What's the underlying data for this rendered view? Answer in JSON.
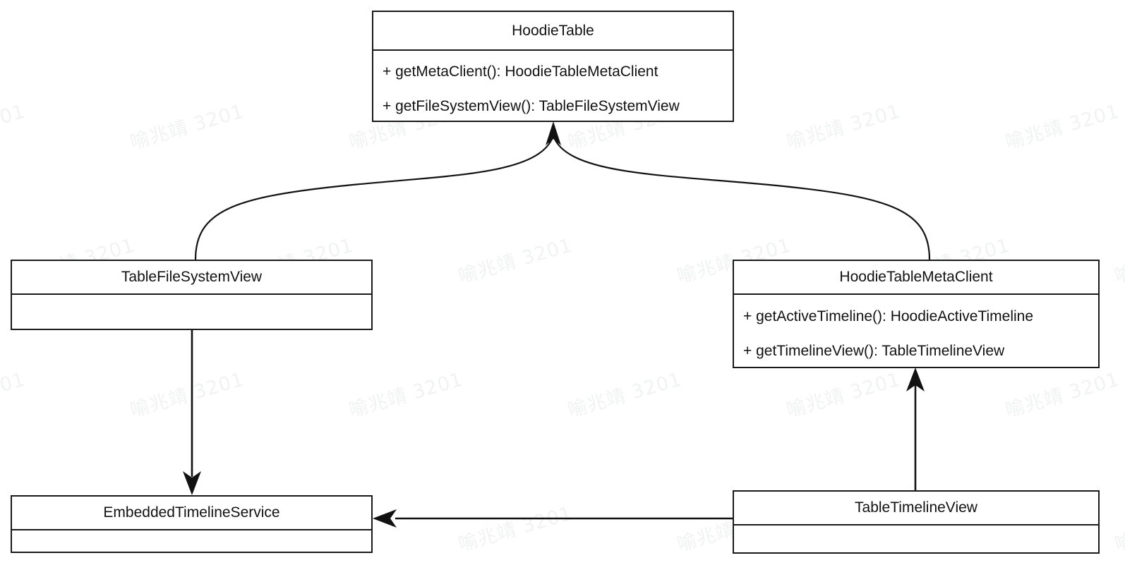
{
  "diagram": {
    "type": "uml-class-diagram",
    "title": "Hoodie Table UML Class Diagram",
    "background_color": "#ffffff",
    "line_color": "#1a1a1a",
    "text_color": "#111111",
    "watermark": {
      "text": "喻兆靖 3201",
      "color": "#f1f2f2",
      "rotation_deg": -16
    },
    "classes": [
      {
        "id": "hoodie-table",
        "name": "HoodieTable",
        "members": [
          "+ getMetaClient(): HoodieTableMetaClient",
          "+ getFileSystemView(): TableFileSystemView"
        ]
      },
      {
        "id": "table-filesystem-view",
        "name": "TableFileSystemView",
        "members": []
      },
      {
        "id": "hoodie-table-meta-client",
        "name": "HoodieTableMetaClient",
        "members": [
          "+ getActiveTimeline(): HoodieActiveTimeline",
          "+ getTimelineView(): TableTimelineView"
        ]
      },
      {
        "id": "embedded-timeline-service",
        "name": "EmbeddedTimelineService",
        "members": []
      },
      {
        "id": "table-timeline-view",
        "name": "TableTimelineView",
        "members": []
      }
    ],
    "relationships": [
      {
        "id": "rel-filesystemview-to-hoodietable",
        "from": "table-filesystem-view",
        "to": "hoodie-table",
        "style": "curved",
        "arrowhead": "solid-triangle"
      },
      {
        "id": "rel-metaclient-to-hoodietable",
        "from": "hoodie-table-meta-client",
        "to": "hoodie-table",
        "style": "curved",
        "arrowhead": "solid-triangle"
      },
      {
        "id": "rel-filesystemview-to-embeddedtimelineservice",
        "from": "table-filesystem-view",
        "to": "embedded-timeline-service",
        "style": "straight-vertical",
        "arrowhead": "solid-triangle"
      },
      {
        "id": "rel-timelineview-to-metaclient",
        "from": "table-timeline-view",
        "to": "hoodie-table-meta-client",
        "style": "straight-vertical",
        "arrowhead": "solid-triangle"
      },
      {
        "id": "rel-timelineview-to-embeddedtimelineservice",
        "from": "table-timeline-view",
        "to": "embedded-timeline-service",
        "style": "straight-horizontal",
        "arrowhead": "solid-triangle"
      }
    ]
  }
}
